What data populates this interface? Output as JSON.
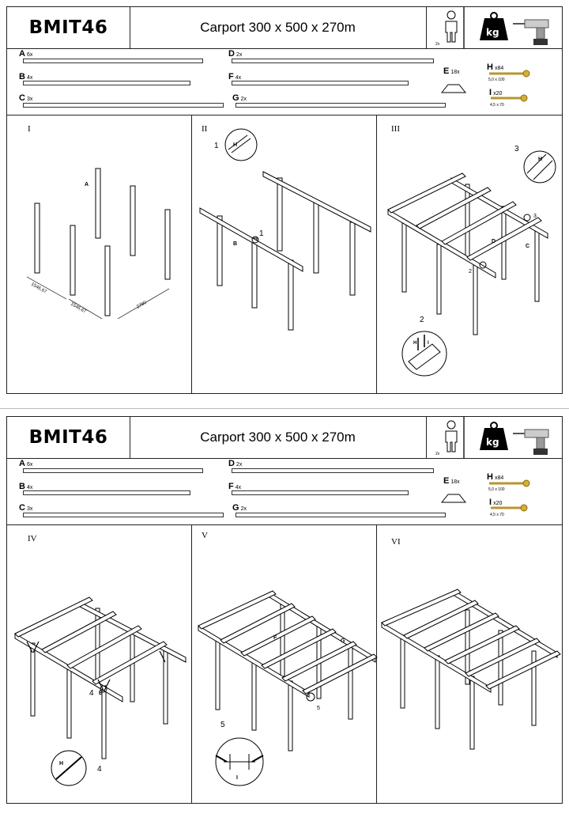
{
  "header": {
    "code": "BMIT46",
    "title": "Carport 300 x 500 x 270m",
    "person_count": "2x"
  },
  "icons": [
    "person-icon",
    "kg-weight-icon",
    "drill-icon"
  ],
  "kg_label": "kg",
  "parts": {
    "A": {
      "letter": "A",
      "count": "6x"
    },
    "B": {
      "letter": "B",
      "count": "4x"
    },
    "C": {
      "letter": "C",
      "count": "3x"
    },
    "D": {
      "letter": "D",
      "count": "2x"
    },
    "F": {
      "letter": "F",
      "count": "4x"
    },
    "G": {
      "letter": "G",
      "count": "2x"
    },
    "E": {
      "letter": "E",
      "count": "18x"
    },
    "H": {
      "letter": "H",
      "count": "x84",
      "size": "5,0 x 100"
    },
    "I": {
      "letter": "I",
      "count": "x20",
      "size": "4,5 x 70"
    }
  },
  "steps_top": [
    "I",
    "II",
    "III"
  ],
  "steps_bottom": [
    "IV",
    "V",
    "VI"
  ],
  "step1": {
    "label_A": "A",
    "dim1": "1546,67",
    "dim2": "1546,67",
    "dim3": "2760"
  },
  "step2": {
    "callout": "1",
    "callout2": "1",
    "label_B": "B",
    "detail_H": "H"
  },
  "step3": {
    "callout3": "3",
    "callout3b": "3",
    "callout2": "2",
    "callout2b": "2",
    "label_D": "D",
    "label_C": "C",
    "detail_H": "H",
    "detail_H2": "H",
    "detail_I": "I"
  },
  "step4": {
    "callout": "4",
    "callout2": "4",
    "label_E": "E",
    "detail_H": "H"
  },
  "step5": {
    "callout": "5",
    "callout2": "5",
    "label_F": "F",
    "label_G": "G",
    "detail_I": "I"
  }
}
